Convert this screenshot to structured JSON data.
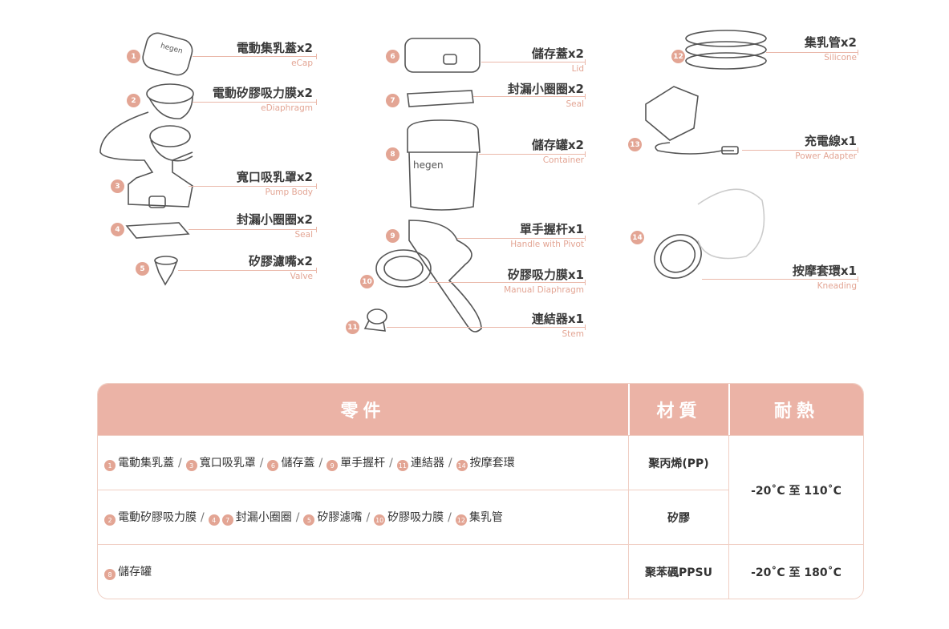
{
  "parts": [
    {
      "num": "1",
      "name": "電動集乳蓋x2",
      "en": "eCap"
    },
    {
      "num": "2",
      "name": "電動矽膠吸力膜x2",
      "en": "eDiaphragm"
    },
    {
      "num": "3",
      "name": "寬口吸乳罩x2",
      "en": "Pump Body"
    },
    {
      "num": "4",
      "name": "封漏小圈圈x2",
      "en": "Seal"
    },
    {
      "num": "5",
      "name": "矽膠濾嘴x2",
      "en": "Valve"
    },
    {
      "num": "6",
      "name": "儲存蓋x2",
      "en": "Lid"
    },
    {
      "num": "7",
      "name": "封漏小圈圈x2",
      "en": "Seal"
    },
    {
      "num": "8",
      "name": "儲存罐x2",
      "en": "Container"
    },
    {
      "num": "9",
      "name": "單手握杆x1",
      "en": "Handle with Pivot"
    },
    {
      "num": "10",
      "name": "矽膠吸力膜x1",
      "en": "Manual Diaphragm"
    },
    {
      "num": "11",
      "name": "連結器x1",
      "en": "Stem"
    },
    {
      "num": "12",
      "name": "集乳管x2",
      "en": "Silicone"
    },
    {
      "num": "13",
      "name": "充電線x1",
      "en": "Power Adapter"
    },
    {
      "num": "14",
      "name": "按摩套環x1",
      "en": "Kneading"
    }
  ],
  "brand": "hegen",
  "table": {
    "headers": [
      "零件",
      "材質",
      "耐熱"
    ],
    "rows": [
      {
        "items": [
          [
            "1",
            "電動集乳蓋"
          ],
          [
            "3",
            "寬口吸乳罩"
          ],
          [
            "6",
            "儲存蓋"
          ],
          [
            "9",
            "單手握杆"
          ],
          [
            "11",
            "連結器"
          ],
          [
            "14",
            "按摩套環"
          ]
        ],
        "material": "聚丙烯(PP)"
      },
      {
        "items": [
          [
            "2",
            "電動矽膠吸力膜"
          ],
          [
            "4 7",
            "封漏小圈圈"
          ],
          [
            "5",
            "矽膠濾嘴"
          ],
          [
            "10",
            "矽膠吸力膜"
          ],
          [
            "12",
            "集乳管"
          ]
        ],
        "material": "矽膠"
      },
      {
        "items": [
          [
            "8",
            "儲存罐"
          ]
        ],
        "material": "聚苯碸PPSU"
      }
    ],
    "heat_pp_silicone": "-20˚C 至 110˚C",
    "heat_ppsu": "-20˚C 至 180˚C",
    "separator": "/"
  },
  "colors": {
    "accent": "#e3a594",
    "header": "#ebb3a6"
  }
}
